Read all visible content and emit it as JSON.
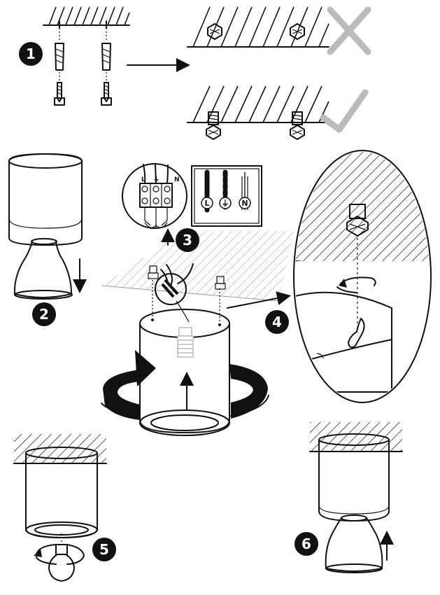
{
  "steps": [
    {
      "number": "1"
    },
    {
      "number": "2"
    },
    {
      "number": "3"
    },
    {
      "number": "4"
    },
    {
      "number": "5"
    },
    {
      "number": "6"
    }
  ],
  "terminal_labels": [
    "L",
    "⏚",
    "N"
  ],
  "wire_labels": [
    "L",
    "⏚",
    "N"
  ],
  "colors": {
    "ink": "#111111",
    "mark_wrong": "#bbbbbb",
    "mark_right": "#bbbbbb"
  },
  "icons": [
    "wrong-mark-icon",
    "check-mark-icon",
    "rotate-arrow-icon",
    "up-arrow-icon",
    "down-arrow-icon"
  ]
}
